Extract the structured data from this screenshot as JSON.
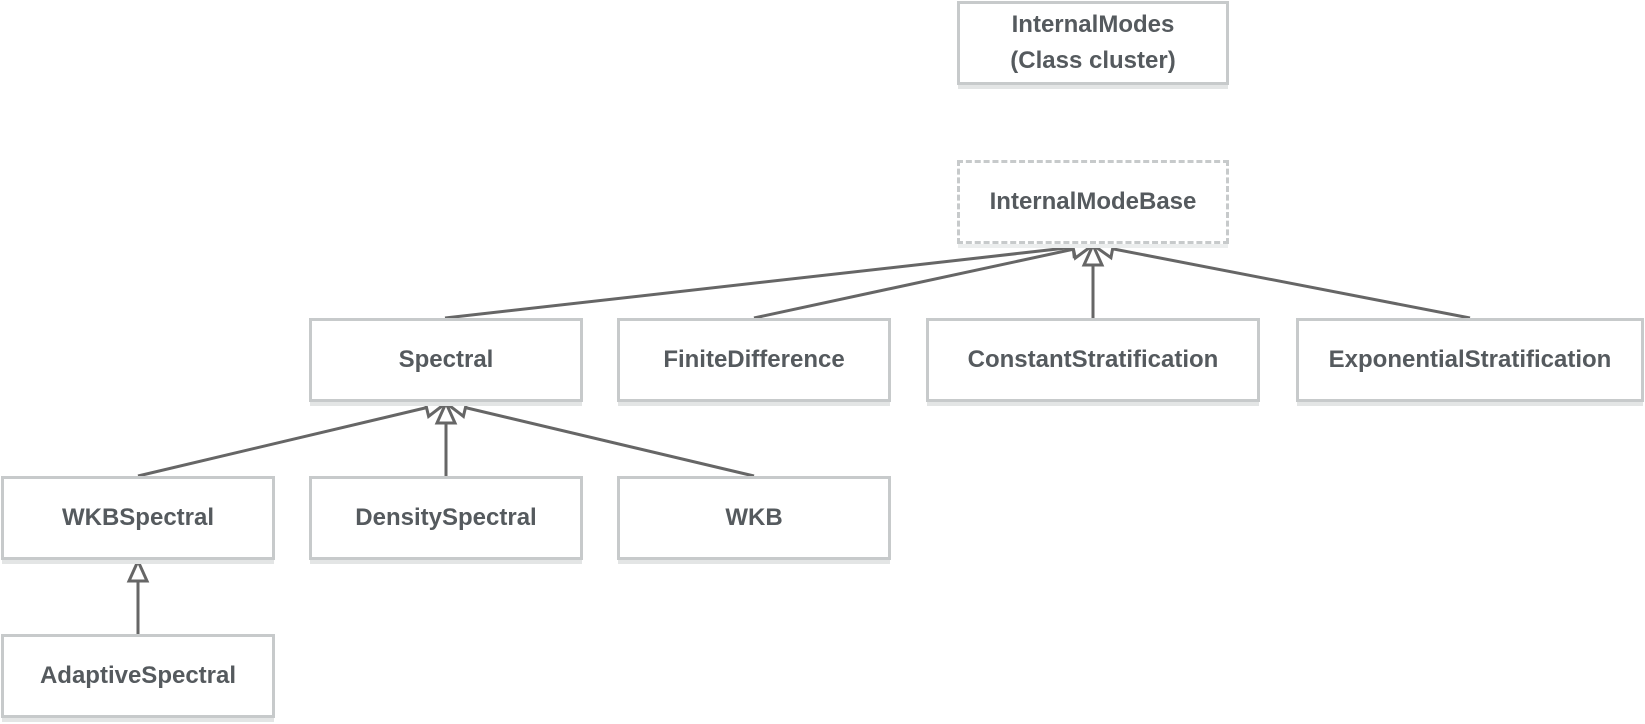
{
  "diagram": {
    "type": "class-hierarchy",
    "colors": {
      "box_border": "#c7cacb",
      "text": "#555a5e",
      "arrow": "#666666",
      "background": "#ffffff"
    },
    "nodes": [
      {
        "id": "internalmodes",
        "label": "InternalModes\n(Class cluster)",
        "style": "solid"
      },
      {
        "id": "internalmodebase",
        "label": "InternalModeBase",
        "style": "dashed"
      },
      {
        "id": "spectral",
        "label": "Spectral",
        "style": "solid"
      },
      {
        "id": "finitedifference",
        "label": "FiniteDifference",
        "style": "solid"
      },
      {
        "id": "constantstratification",
        "label": "ConstantStratification",
        "style": "solid"
      },
      {
        "id": "exponentialstratification",
        "label": "ExponentialStratification",
        "style": "solid"
      },
      {
        "id": "wkbspectral",
        "label": "WKBSpectral",
        "style": "solid"
      },
      {
        "id": "densityspectral",
        "label": "DensitySpectral",
        "style": "solid"
      },
      {
        "id": "wkb",
        "label": "WKB",
        "style": "solid"
      },
      {
        "id": "adaptivespectral",
        "label": "AdaptiveSpectral",
        "style": "solid"
      }
    ],
    "edges": [
      {
        "from": "spectral",
        "to": "internalmodebase",
        "relation": "inherits"
      },
      {
        "from": "finitedifference",
        "to": "internalmodebase",
        "relation": "inherits"
      },
      {
        "from": "constantstratification",
        "to": "internalmodebase",
        "relation": "inherits"
      },
      {
        "from": "exponentialstratification",
        "to": "internalmodebase",
        "relation": "inherits"
      },
      {
        "from": "wkbspectral",
        "to": "spectral",
        "relation": "inherits"
      },
      {
        "from": "densityspectral",
        "to": "spectral",
        "relation": "inherits"
      },
      {
        "from": "wkb",
        "to": "spectral",
        "relation": "inherits"
      },
      {
        "from": "adaptivespectral",
        "to": "wkbspectral",
        "relation": "inherits"
      }
    ]
  }
}
